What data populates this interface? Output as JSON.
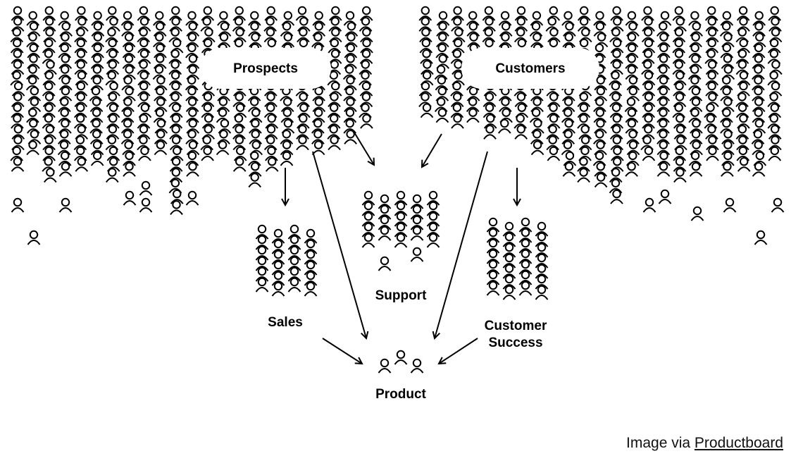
{
  "labels": {
    "prospects": "Prospects",
    "customers": "Customers",
    "sales": "Sales",
    "support": "Support",
    "customer_success_line1": "Customer",
    "customer_success_line2": "Success",
    "product": "Product"
  },
  "caption": {
    "prefix": "Image via ",
    "link": "Productboard"
  },
  "colors": {
    "ink": "#000000",
    "background": "#ffffff"
  }
}
